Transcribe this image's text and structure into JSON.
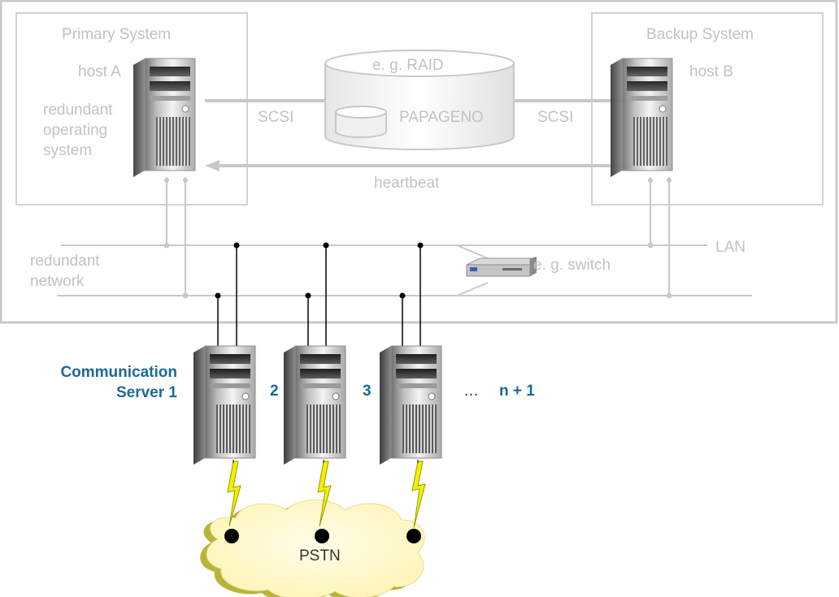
{
  "colors": {
    "frame": "#c8c8c8",
    "faded_text": "#c2c2c2",
    "accent_blue": "#1a6a96",
    "cloud_fill": "#fff6c4",
    "cloud_shadow": "#b8b43a",
    "lightning": "#f2f000"
  },
  "primary_system": {
    "title": "Primary System",
    "host_label": "host A",
    "os_lines": [
      "redundant",
      "operating",
      "system"
    ]
  },
  "backup_system": {
    "title": "Backup System",
    "host_label": "host B"
  },
  "storage": {
    "raid_label": "e. g. RAID",
    "app_label": "PAPAGENO",
    "left_link_label": "SCSI",
    "right_link_label": "SCSI"
  },
  "heartbeat_label": "heartbeat",
  "network": {
    "lan_label": "LAN",
    "redundant_lines": [
      "redundant",
      "network"
    ],
    "switch_label": "e. g. switch"
  },
  "communication_servers": {
    "first_label_lines": [
      "Communication",
      "Server 1"
    ],
    "second_label": "2",
    "third_label": "3",
    "ellipsis": "…",
    "last_label": "n + 1"
  },
  "pstn_label": "PSTN",
  "icons": [
    "tower-server-icon",
    "network-switch-icon",
    "database-cylinder-icon",
    "lightning-bolt-icon",
    "cloud-icon"
  ]
}
